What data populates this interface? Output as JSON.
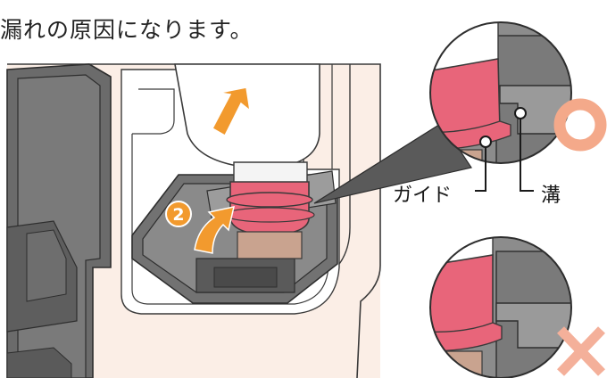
{
  "caption": "漏れの原因になります。",
  "step_number": "2",
  "labels": {
    "guide": "ガイド",
    "groove": "溝"
  },
  "colors": {
    "ink_red": "#e8657a",
    "ink_red_dark": "#c9485d",
    "arrow_orange": "#f29a2e",
    "correct_mark": "#f4a98a",
    "wrong_mark": "#f4b09a",
    "printer_gray": "#6b6b6b",
    "printer_body": "#fbeee6"
  },
  "icons": [
    "up-arrow-icon",
    "step-2-badge-icon",
    "correct-circle-icon",
    "wrong-cross-icon"
  ]
}
